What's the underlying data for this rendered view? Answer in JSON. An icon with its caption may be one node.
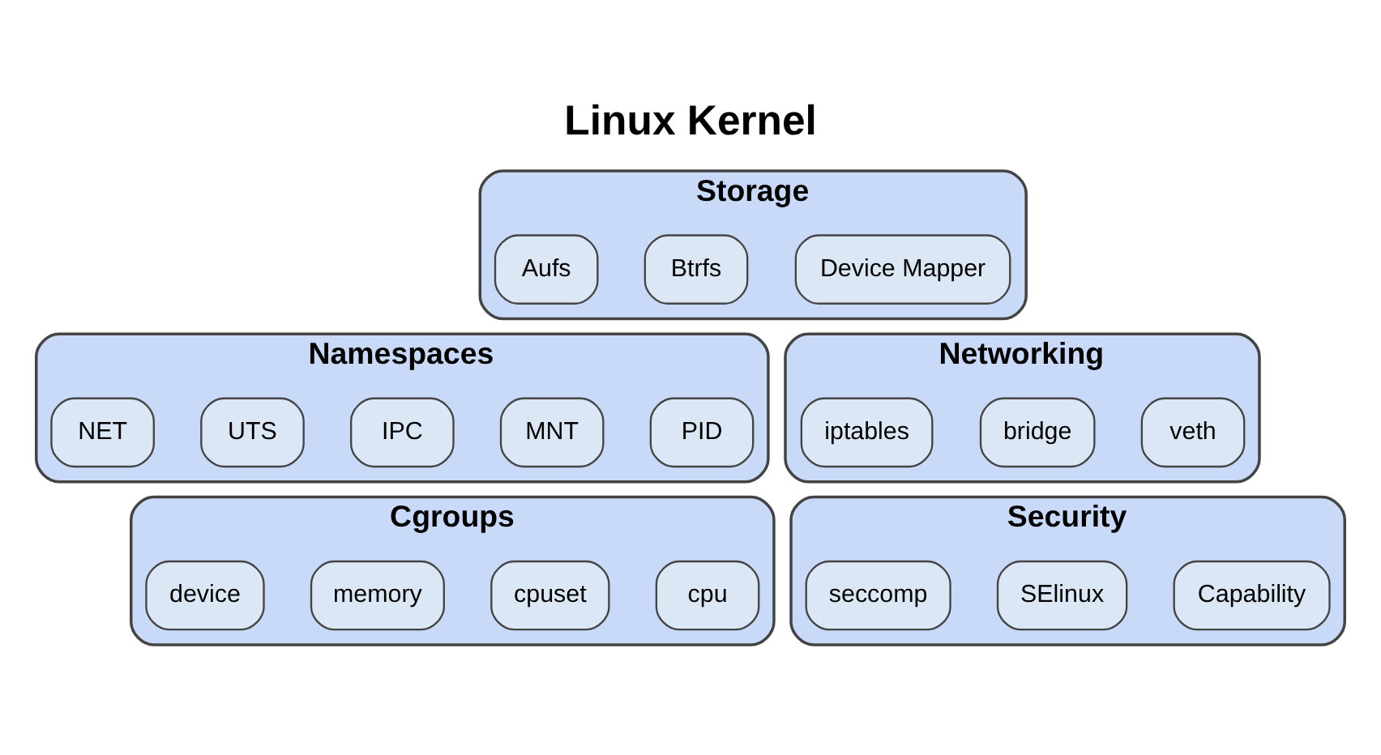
{
  "diagram": {
    "title": "Linux Kernel",
    "nodes": [
      {
        "text": [
          "Storage"
        ]
      },
      {
        "text": [
          "Device Mapper"
        ],
        "in": 0
      },
      {
        "text": [
          "Btrfs"
        ],
        "in": 0
      },
      {
        "text": [
          "Aufs"
        ],
        "in": 0
      },
      {
        "text": [
          "Namespaces"
        ]
      },
      {
        "text": [
          "PID"
        ],
        "in": 4
      },
      {
        "text": [
          "MNT"
        ],
        "in": 4
      },
      {
        "text": [
          "IPC"
        ],
        "in": 4
      },
      {
        "text": [
          "UTS"
        ],
        "in": 4
      },
      {
        "text": [
          "NET"
        ],
        "in": 4
      },
      {
        "text": [
          "Networking"
        ]
      },
      {
        "text": [
          "veth"
        ],
        "in": 10
      },
      {
        "text": [
          "bridge"
        ],
        "in": 10
      },
      {
        "text": [
          "iptables"
        ],
        "in": 10
      },
      {
        "text": [
          "Cgroups"
        ]
      },
      {
        "text": [
          "cpu"
        ],
        "in": 14
      },
      {
        "text": [
          "cpuset"
        ],
        "in": 14
      },
      {
        "text": [
          "memory"
        ],
        "in": 14
      },
      {
        "text": [
          "device"
        ],
        "in": 14
      },
      {
        "text": [
          "Security"
        ]
      },
      {
        "text": [
          "Capability"
        ],
        "in": 19
      },
      {
        "text": [
          "SElinux"
        ],
        "in": 19
      },
      {
        "text": [
          "seccomp"
        ],
        "in": 19
      }
    ],
    "edges": []
  }
}
